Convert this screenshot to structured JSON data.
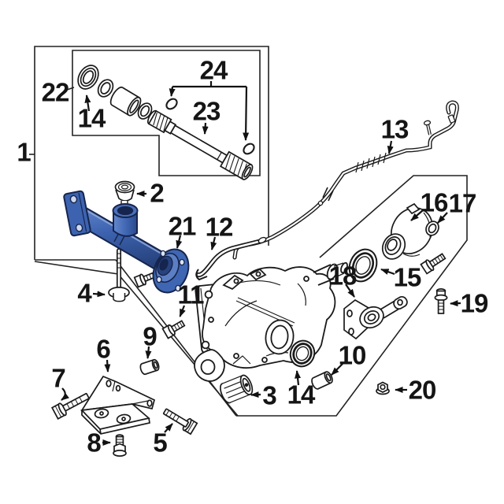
{
  "diagram": {
    "type": "exploded-parts-diagram",
    "background_color": "#ffffff",
    "line_color": "#1a1a1a",
    "highlight_color": "#3d63b0",
    "highlighted_callout": "21",
    "callouts": [
      {
        "id": "c1",
        "label": "1"
      },
      {
        "id": "c22",
        "label": "22"
      },
      {
        "id": "c14a",
        "label": "14"
      },
      {
        "id": "c24",
        "label": "24"
      },
      {
        "id": "c23",
        "label": "23"
      },
      {
        "id": "c2",
        "label": "2"
      },
      {
        "id": "c21",
        "label": "21"
      },
      {
        "id": "c12",
        "label": "12"
      },
      {
        "id": "c13",
        "label": "13"
      },
      {
        "id": "c16",
        "label": "16"
      },
      {
        "id": "c17",
        "label": "17"
      },
      {
        "id": "c15",
        "label": "15"
      },
      {
        "id": "c18",
        "label": "18"
      },
      {
        "id": "c19",
        "label": "19"
      },
      {
        "id": "c20",
        "label": "20"
      },
      {
        "id": "c10",
        "label": "10"
      },
      {
        "id": "c14b",
        "label": "14"
      },
      {
        "id": "c3",
        "label": "3"
      },
      {
        "id": "c9",
        "label": "9"
      },
      {
        "id": "c11",
        "label": "11"
      },
      {
        "id": "c4",
        "label": "4"
      },
      {
        "id": "c6",
        "label": "6"
      },
      {
        "id": "c7",
        "label": "7"
      },
      {
        "id": "c8",
        "label": "8"
      },
      {
        "id": "c5",
        "label": "5"
      }
    ]
  }
}
